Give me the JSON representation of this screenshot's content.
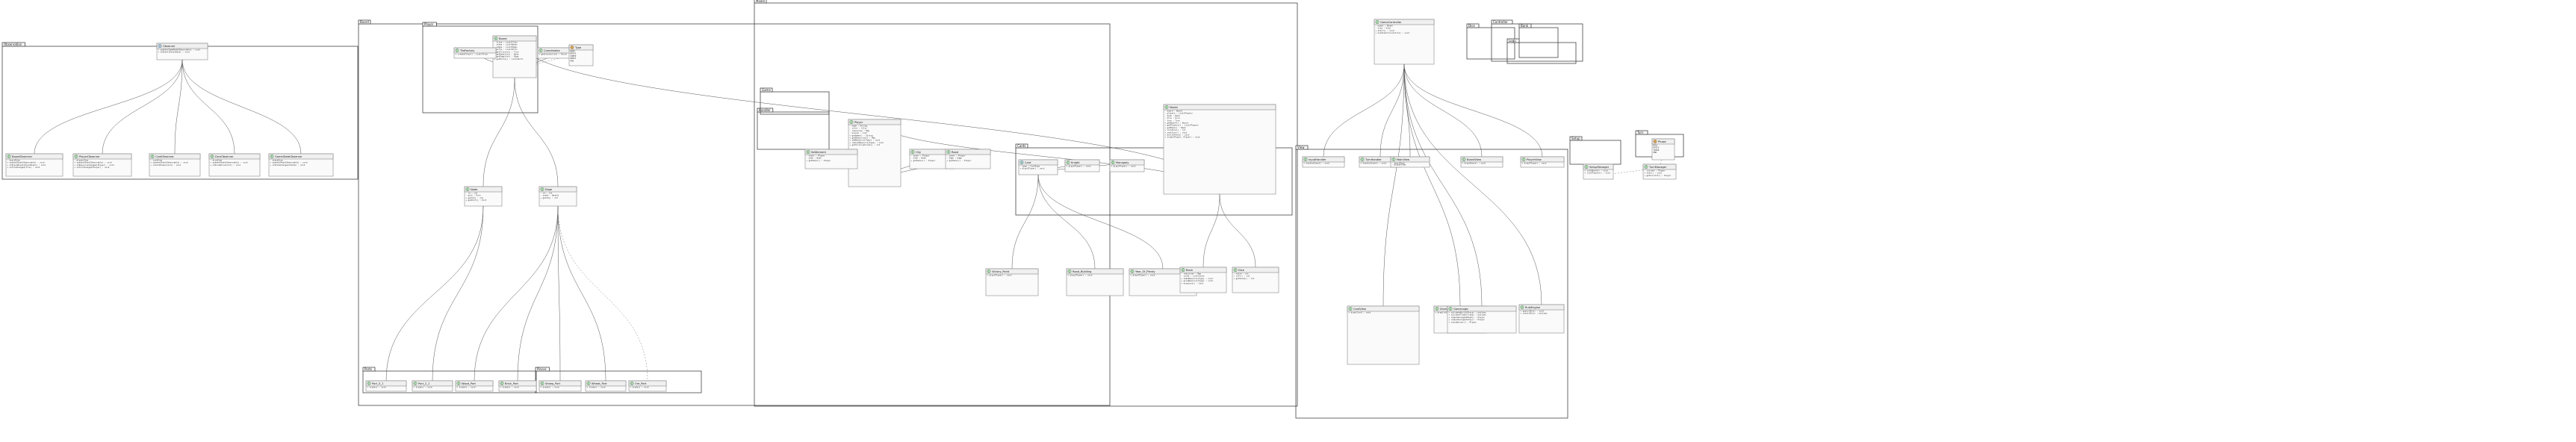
{
  "diagram": {
    "background": "#ffffff",
    "packages": [
      {
        "id": "p1",
        "label": "Observation"
      },
      {
        "id": "p2",
        "label": "Board"
      },
      {
        "id": "p3",
        "label": "Ports"
      },
      {
        "id": "p4",
        "label": "Player"
      },
      {
        "id": "p5",
        "label": "Pieces"
      },
      {
        "id": "p6",
        "label": "Model"
      },
      {
        "id": "p7",
        "label": "Handler"
      },
      {
        "id": "p8",
        "label": "Cards"
      },
      {
        "id": "p9",
        "label": "Game"
      },
      {
        "id": "p10",
        "label": "Dice"
      },
      {
        "id": "p11",
        "label": "Bank"
      },
      {
        "id": "p12",
        "label": "Controller"
      },
      {
        "id": "p13",
        "label": "View"
      },
      {
        "id": "p14",
        "label": "Logic"
      },
      {
        "id": "p15",
        "label": "Setup"
      },
      {
        "id": "p16",
        "label": "Turn"
      }
    ],
    "classes": [
      {
        "id": "c1",
        "name": "Observer",
        "badge": "I",
        "badge_color": "#b1d5ee",
        "lines": [
          "+ update(GameModelObservable) : void",
          "+ onEvent(EventData) : void"
        ]
      },
      {
        "id": "c2",
        "name": "BoardObserver",
        "badge": "C",
        "badge_color": "#ade5b2",
        "lines": [
          "- boardView",
          "+ update(ModelObservable) : void",
          "+ onPieceMoved(PieceEvent) : void",
          "+ onTileChanged(Tile) : void"
        ]
      },
      {
        "id": "c3",
        "name": "PlayerObserver",
        "badge": "C",
        "badge_color": "#ade5b2",
        "lines": [
          "- playerView",
          "+ update(ModelObservable) : void",
          "+ onResourceChanged(Player) : void",
          "+ onTurnChanged(Player) : void"
        ]
      },
      {
        "id": "c4",
        "name": "CardObserver",
        "badge": "C",
        "badge_color": "#ade5b2",
        "lines": [
          "- cardView",
          "+ update(ModelObservable) : void",
          "+ onCardDrawn(Card) : void"
        ]
      },
      {
        "id": "c5",
        "name": "DiceObserver",
        "badge": "C",
        "badge_color": "#ade5b2",
        "lines": [
          "- diceView",
          "+ update(ModelObservable) : void",
          "+ onDiceRolled(int) : void"
        ]
      },
      {
        "id": "c6",
        "name": "GameStateObserver",
        "badge": "C",
        "badge_color": "#ade5b2",
        "lines": [
          "- stateView",
          "+ update(ModelObservable) : void",
          "+ onStateChanged(State) : void"
        ]
      },
      {
        "id": "c7",
        "name": "Board",
        "badge": "C",
        "badge_color": "#ade5b2",
        "lines": [
          "- tiles : List<Tile>",
          "- nodes : List<Node>",
          "- edges : List<Edge>",
          "- ports : List<Port>",
          "+ getTile(int) : Tile",
          "+ getNode(int) : Node",
          "+ getEdge(int) : Edge",
          "+ getPorts() : List<Port>"
        ]
      },
      {
        "id": "c8",
        "name": "TileFactory",
        "badge": "C",
        "badge_color": "#ade5b2",
        "lines": [
          "+ createTiles() : List<Tile>"
        ]
      },
      {
        "id": "c9",
        "name": "Coordinates",
        "badge": "C",
        "badge_color": "#ade5b2",
        "lines": [
          "+ getCoords(int) : Point"
        ]
      },
      {
        "id": "c10",
        "name": "Type",
        "badge": "E",
        "badge_color": "#f5b55c",
        "lines": [
          "WOOD",
          "BRICK",
          "SHEEP",
          "WHEAT",
          "ORE"
        ]
      },
      {
        "id": "c11",
        "name": "Node",
        "badge": "C",
        "badge_color": "#ade5b2",
        "lines": [
          "- id : int",
          "- port : Port",
          "+ getId() : int",
          "+ getPort() : Port"
        ]
      },
      {
        "id": "c12",
        "name": "Edge",
        "badge": "C",
        "badge_color": "#ade5b2",
        "lines": [
          "- id : int",
          "- nodes : Node[]",
          "+ getId() : int"
        ]
      },
      {
        "id": "c13",
        "name": "Port_3_1",
        "badge": "C",
        "badge_color": "#ade5b2",
        "lines": [
          "+ trade() : void"
        ]
      },
      {
        "id": "c14",
        "name": "Port_2_1",
        "badge": "C",
        "badge_color": "#ade5b2",
        "lines": [
          "+ trade() : void"
        ]
      },
      {
        "id": "c15",
        "name": "Wood_Port",
        "badge": "C",
        "badge_color": "#ade5b2",
        "lines": [
          "+ trade() : void"
        ]
      },
      {
        "id": "c16",
        "name": "Brick_Port",
        "badge": "C",
        "badge_color": "#ade5b2",
        "lines": [
          "+ trade() : void"
        ]
      },
      {
        "id": "c17",
        "name": "Sheep_Port",
        "badge": "C",
        "badge_color": "#ade5b2",
        "lines": [
          "+ trade() : void"
        ]
      },
      {
        "id": "c18",
        "name": "Wheat_Port",
        "badge": "C",
        "badge_color": "#ade5b2",
        "lines": [
          "+ trade() : void"
        ]
      },
      {
        "id": "c19",
        "name": "Ore_Port",
        "badge": "C",
        "badge_color": "#ade5b2",
        "lines": [
          "+ trade() : void"
        ]
      },
      {
        "id": "c20",
        "name": "Player",
        "badge": "C",
        "badge_color": "#ade5b2",
        "lines": [
          "- name : String",
          "- color : Color",
          "- resources : Map",
          "- pieces : List",
          "+ getName() : String",
          "+ getResources() : Map",
          "+ addResource(Type) : void",
          "+ removeResource(Type) : void",
          "+ getVictoryPoints() : int"
        ]
      },
      {
        "id": "c21",
        "name": "Settlement",
        "badge": "C",
        "badge_color": "#ade5b2",
        "lines": [
          "- owner : Player",
          "- node : Node",
          "+ getOwner() : Player"
        ]
      },
      {
        "id": "c22",
        "name": "City",
        "badge": "C",
        "badge_color": "#ade5b2",
        "lines": [
          "- owner : Player",
          "- node : Node",
          "+ getOwner() : Player"
        ]
      },
      {
        "id": "c23",
        "name": "Road",
        "badge": "C",
        "badge_color": "#ade5b2",
        "lines": [
          "- owner : Player",
          "- edge : Edge",
          "+ getOwner() : Player"
        ]
      },
      {
        "id": "c24",
        "name": "Model",
        "badge": "C",
        "badge_color": "#ade5b2",
        "lines": [
          "- board : Board",
          "- players : List<Player>",
          "- bank : Bank",
          "- dice : Dice",
          "- turn : Turn",
          "+ getBoard() : Board",
          "+ getPlayers() : List<Player>",
          "+ getBank() : Bank",
          "+ rollDice() : int",
          "+ nextTurn() : void",
          "+ build(Piece) : void",
          "+ trade(Player, Player) : void"
        ]
      },
      {
        "id": "c25",
        "name": "Card",
        "badge": "A",
        "badge_color": "#a9dcdf",
        "lines": [
          "- type : CardType",
          "+ play(Player) : void"
        ]
      },
      {
        "id": "c26",
        "name": "Knight",
        "badge": "C",
        "badge_color": "#ade5b2",
        "lines": [
          "+ play(Player) : void"
        ]
      },
      {
        "id": "c27",
        "name": "Monopoly",
        "badge": "C",
        "badge_color": "#ade5b2",
        "lines": [
          "+ play(Player) : void"
        ]
      },
      {
        "id": "c28",
        "name": "Victory_Point",
        "badge": "C",
        "badge_color": "#ade5b2",
        "lines": [
          "+ play(Player) : void"
        ]
      },
      {
        "id": "c29",
        "name": "Road_Building",
        "badge": "C",
        "badge_color": "#ade5b2",
        "lines": [
          "+ play(Player) : void"
        ]
      },
      {
        "id": "c30",
        "name": "Year_Of_Plenty",
        "badge": "C",
        "badge_color": "#ade5b2",
        "lines": [
          "+ play(Player) : void"
        ]
      },
      {
        "id": "c31",
        "name": "Bank",
        "badge": "C",
        "badge_color": "#ade5b2",
        "lines": [
          "- resources : Map",
          "- cards : List<Card>",
          "+ takeResource(Type) : void",
          "+ giveResource(Type) : void",
          "+ drawCard() : Card"
        ]
      },
      {
        "id": "c32",
        "name": "Dice",
        "badge": "C",
        "badge_color": "#ade5b2",
        "lines": [
          "- value : int",
          "+ roll() : int",
          "+ getValue() : int"
        ]
      },
      {
        "id": "c33",
        "name": "GameController",
        "badge": "C",
        "badge_color": "#ade5b2",
        "lines": [
          "- model : Model",
          "- view : View",
          "+ start() : void",
          "+ handleAction(Action) : void"
        ]
      },
      {
        "id": "c34",
        "name": "InputHandler",
        "badge": "C",
        "badge_color": "#ade5b2",
        "lines": [
          "+ handle(Event) : void"
        ]
      },
      {
        "id": "c35",
        "name": "TurnHandler",
        "badge": "C",
        "badge_color": "#ade5b2",
        "lines": [
          "+ handle(Event) : void"
        ]
      },
      {
        "id": "c36",
        "name": "MainView",
        "badge": "C",
        "badge_color": "#ade5b2",
        "lines": [
          "- boardView",
          "- playerView",
          "+ render() : void",
          "+ refresh() : void"
        ]
      },
      {
        "id": "c37",
        "name": "BoardView",
        "badge": "C",
        "badge_color": "#ade5b2",
        "lines": [
          "+ draw(Board) : void"
        ]
      },
      {
        "id": "c38",
        "name": "PlayerView",
        "badge": "C",
        "badge_color": "#ade5b2",
        "lines": [
          "+ draw(Player) : void"
        ]
      },
      {
        "id": "c39",
        "name": "CardView",
        "badge": "C",
        "badge_color": "#ade5b2",
        "lines": [
          "+ draw(Card) : void"
        ]
      },
      {
        "id": "c40",
        "name": "DiceView",
        "badge": "C",
        "badge_color": "#ade5b2",
        "lines": [
          "+ draw(int) : void"
        ]
      },
      {
        "id": "c41",
        "name": "GameLogic",
        "badge": "C",
        "badge_color": "#ade5b2",
        "lines": [
          "+ validateBuild(Piece) : boolean",
          "+ validateTrade(Trade) : boolean",
          "+ computeLongestRoad() : Player",
          "+ computeLargestArmy() : Player",
          "+ checkWinner() : Player"
        ]
      },
      {
        "id": "c42",
        "name": "RuleEngine",
        "badge": "C",
        "badge_color": "#ade5b2",
        "lines": [
          "+ apply(Rule) : void",
          "+ check(Rule) : boolean"
        ]
      },
      {
        "id": "c43",
        "name": "SetupManager",
        "badge": "C",
        "badge_color": "#ade5b2",
        "lines": [
          "+ initBoard() : void",
          "+ initPlayers() : void"
        ]
      },
      {
        "id": "c44",
        "name": "TurnManager",
        "badge": "C",
        "badge_color": "#ade5b2",
        "lines": [
          "- current : Player",
          "+ next() : void",
          "+ getCurrent() : Player"
        ]
      },
      {
        "id": "c45",
        "name": "Phase",
        "badge": "E",
        "badge_color": "#f5b55c",
        "lines": [
          "ROLL",
          "BUILD",
          "TRADE",
          "END"
        ]
      }
    ]
  }
}
